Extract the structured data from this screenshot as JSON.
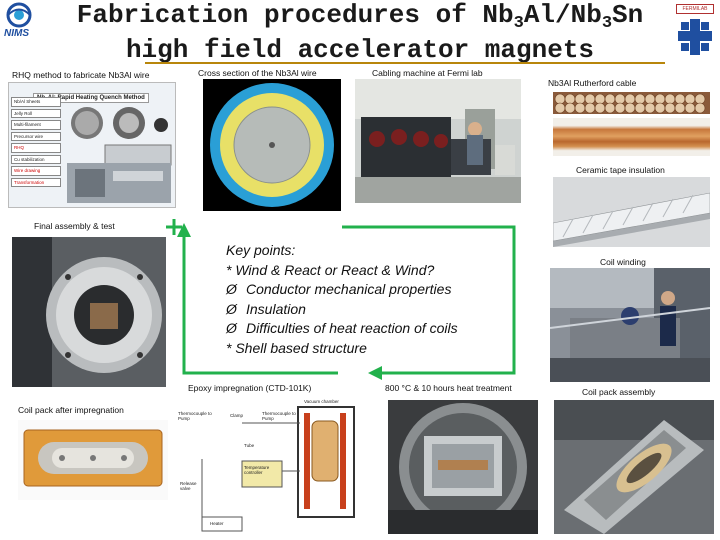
{
  "title": {
    "line1_prefix": "Fabrication procedures of Nb",
    "line1_sub1": "3",
    "line1_mid": "Al/Nb",
    "line1_sub2": "3",
    "line1_suffix": "Sn",
    "line2": "high field accelerator magnets"
  },
  "logos": {
    "left_text": "NIMS",
    "right_top_text": "FERMILAB"
  },
  "captions": {
    "rhq": "RHQ method to fabricate Nb3Al wire",
    "cross_section": "Cross section of the Nb3Al wire",
    "cabling": "Cabling machine at Fermi lab",
    "rutherford": "Nb3Al Rutherford cable",
    "ceramic": "Ceramic tape insulation",
    "final_assembly": "Final assembly & test",
    "coil_winding": "Coil winding",
    "epoxy": "Epoxy impregnation (CTD-101K)",
    "heat": "800 °C & 10 hours heat treatment",
    "coil_pack": "Coil pack assembly",
    "coil_after": "Coil pack after impregnation"
  },
  "rhq_diagram": {
    "header": "Nb₃Al: Rapid Heating Quench Method",
    "steps": [
      "Nb/Al Sheets",
      "Jelly Roll",
      "Multi-filament",
      "Precursor wire",
      "RHQ",
      "Cu stabilization",
      "Wire drawing",
      "Transformation"
    ]
  },
  "epoxy_diagram": {
    "labels": [
      "Vacuum chamber",
      "Thermocouple to Pump",
      "Clamp",
      "Tube",
      "Thermocouple to Pump",
      "Temperature controller",
      "Release valve",
      "Heater"
    ]
  },
  "key_points": {
    "heading": "Key points:",
    "line1": "* Wind & React or React & Wind?",
    "bullet": "Ø",
    "item1": "Conductor mechanical properties",
    "item2": "Insulation",
    "item3": "Difficulties of heat reaction of coils",
    "line_last": "* Shell based structure"
  },
  "colors": {
    "arrow": "#22b14c",
    "title_rule": "#b8860b",
    "wire_core": "#2a9fd6",
    "wire_copper": "#e8e067"
  }
}
